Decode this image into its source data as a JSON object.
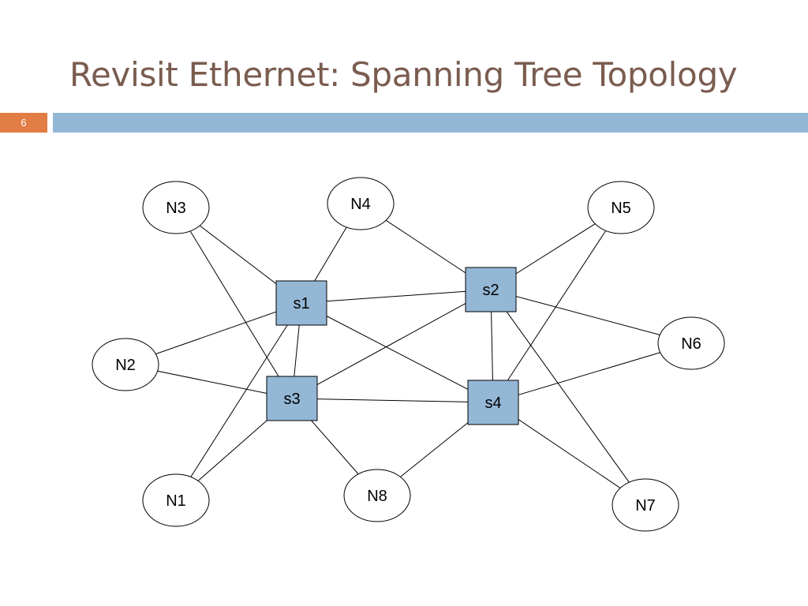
{
  "slide": {
    "title": "Revisit Ethernet: Spanning Tree Topology",
    "number": "6"
  },
  "colors": {
    "title_text": "#7a5c4f",
    "accent_bar": "#94b7d6",
    "number_box": "#e27d46",
    "switch_fill": "#94b7d6"
  },
  "diagram": {
    "hosts": [
      {
        "id": "N1",
        "label": "N1"
      },
      {
        "id": "N2",
        "label": "N2"
      },
      {
        "id": "N3",
        "label": "N3"
      },
      {
        "id": "N4",
        "label": "N4"
      },
      {
        "id": "N5",
        "label": "N5"
      },
      {
        "id": "N6",
        "label": "N6"
      },
      {
        "id": "N7",
        "label": "N7"
      },
      {
        "id": "N8",
        "label": "N8"
      }
    ],
    "switches": [
      {
        "id": "s1",
        "label": "s1"
      },
      {
        "id": "s2",
        "label": "s2"
      },
      {
        "id": "s3",
        "label": "s3"
      },
      {
        "id": "s4",
        "label": "s4"
      }
    ],
    "links": [
      [
        "N3",
        "s1"
      ],
      [
        "N3",
        "s3"
      ],
      [
        "N4",
        "s1"
      ],
      [
        "N4",
        "s2"
      ],
      [
        "N5",
        "s2"
      ],
      [
        "N5",
        "s4"
      ],
      [
        "N2",
        "s1"
      ],
      [
        "N2",
        "s3"
      ],
      [
        "N6",
        "s2"
      ],
      [
        "N6",
        "s4"
      ],
      [
        "N1",
        "s1"
      ],
      [
        "N1",
        "s3"
      ],
      [
        "N8",
        "s3"
      ],
      [
        "N8",
        "s4"
      ],
      [
        "N7",
        "s2"
      ],
      [
        "N7",
        "s4"
      ],
      [
        "s1",
        "s2"
      ],
      [
        "s1",
        "s3"
      ],
      [
        "s1",
        "s4"
      ],
      [
        "s2",
        "s3"
      ],
      [
        "s2",
        "s4"
      ],
      [
        "s3",
        "s4"
      ]
    ]
  }
}
